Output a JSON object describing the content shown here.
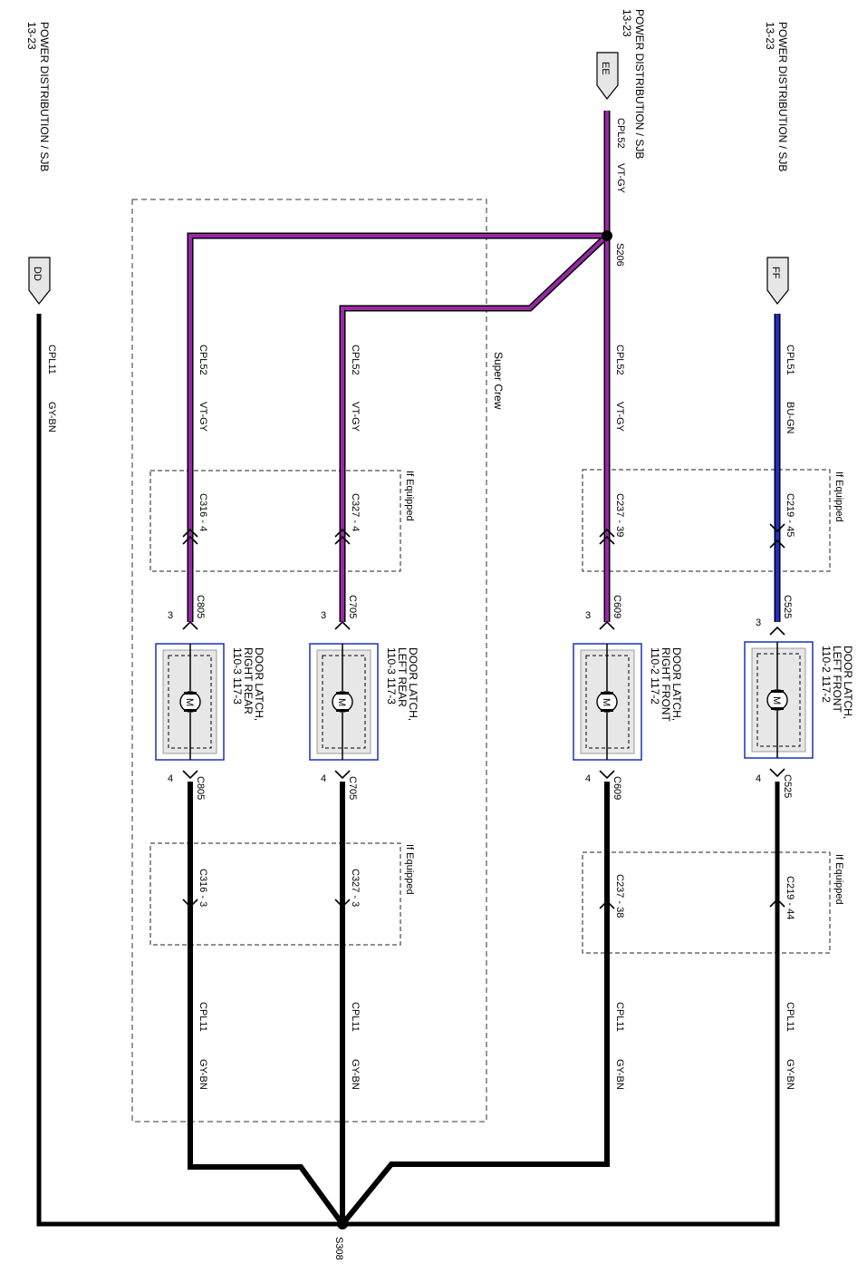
{
  "sources": {
    "dd": {
      "tag": "DD",
      "title": "POWER DISTRIBUTION / SJB",
      "ref": "13-23"
    },
    "ee": {
      "tag": "EE",
      "title": "POWER DISTRIBUTION / SJB",
      "ref": "13-23"
    },
    "ff": {
      "tag": "FF",
      "title": "POWER DISTRIBUTION / SJB",
      "ref": "13-23"
    }
  },
  "splices": {
    "s206": "S206",
    "s308": "S308"
  },
  "regions": {
    "super_crew": "Super Crew",
    "if_equipped": "If Equipped"
  },
  "colors": {
    "violet_gray": "#9b26a8",
    "blue_green": "#1b2fcf",
    "gray_brown": "#000000",
    "module_border": "#1a32b8",
    "module_fill": "#e7e7e7"
  },
  "wires": {
    "top_ee": {
      "circuit": "CPL52",
      "color": "VT-GY"
    },
    "rr_feed": {
      "circuit": "CPL52",
      "color": "VT-GY"
    },
    "lr_feed": {
      "circuit": "CPL52",
      "color": "VT-GY"
    },
    "rf_feed": {
      "circuit": "CPL52",
      "color": "VT-GY"
    },
    "lf_feed": {
      "circuit": "CPL51",
      "color": "BU-GN"
    },
    "dd_ground": {
      "circuit": "CPL11",
      "color": "GY-BN"
    },
    "rr_return": {
      "circuit": "CPL11",
      "color": "GY-BN"
    },
    "lr_return": {
      "circuit": "CPL11",
      "color": "GY-BN"
    },
    "rf_return": {
      "circuit": "CPL11",
      "color": "GY-BN"
    },
    "lf_return": {
      "circuit": "CPL11",
      "color": "GY-BN"
    }
  },
  "latches": [
    {
      "id": "rr",
      "name": [
        "DOOR LATCH,",
        "RIGHT REAR",
        "110-3  117-3"
      ],
      "upper_inline": "C316 - 4",
      "lower_inline": "C316 - 3",
      "conn": "C805",
      "pin_in": "3",
      "pin_out": "4",
      "motor": "M"
    },
    {
      "id": "lr",
      "name": [
        "DOOR LATCH,",
        "LEFT REAR",
        "110-3  117-3"
      ],
      "upper_inline": "C327 - 4",
      "lower_inline": "C327 - 3",
      "conn": "C705",
      "pin_in": "3",
      "pin_out": "4",
      "motor": "M"
    },
    {
      "id": "rf",
      "name": [
        "DOOR LATCH,",
        "RIGHT FRONT",
        "110-2  117-2"
      ],
      "upper_inline": "C237 - 39",
      "lower_inline": "C237 - 38",
      "conn": "C609",
      "pin_in": "3",
      "pin_out": "4",
      "motor": "M"
    },
    {
      "id": "lf",
      "name": [
        "DOOR LATCH,",
        "LEFT FRONT",
        "110-2  117-2"
      ],
      "upper_inline": "C219 - 45",
      "lower_inline": "C219 - 44",
      "conn": "C525",
      "pin_in": "3",
      "pin_out": "4",
      "motor": "M"
    }
  ]
}
